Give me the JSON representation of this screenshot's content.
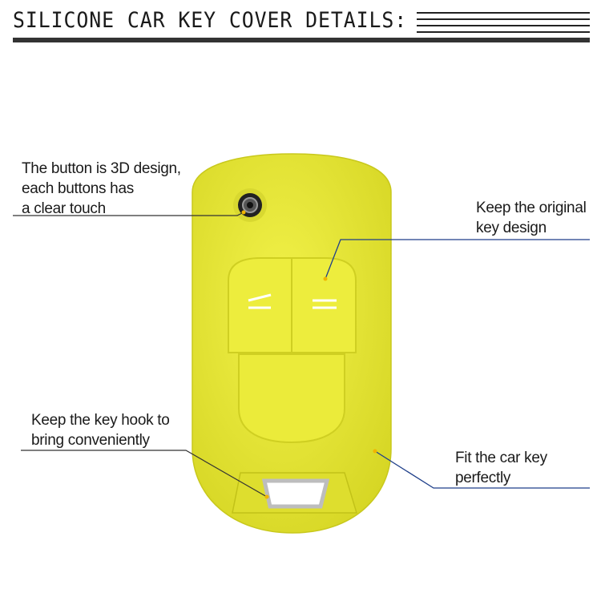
{
  "header": {
    "title": "SILICONE CAR KEY COVER DETAILS:"
  },
  "callouts": {
    "button": {
      "line1": "The button is 3D design,",
      "line2": "each buttons has",
      "line3": "a clear touch"
    },
    "original": {
      "line1": "Keep the original",
      "line2": "key design"
    },
    "hook": {
      "line1": "Keep the key hook to",
      "line2": "bring conveniently"
    },
    "fit": {
      "line1": "Fit the car key",
      "line2": "perfectly"
    }
  },
  "colors": {
    "cover": "#e8e833",
    "leader_dark": "#333333",
    "leader_blue": "#1f3f8a",
    "dot": "#f0b400"
  }
}
